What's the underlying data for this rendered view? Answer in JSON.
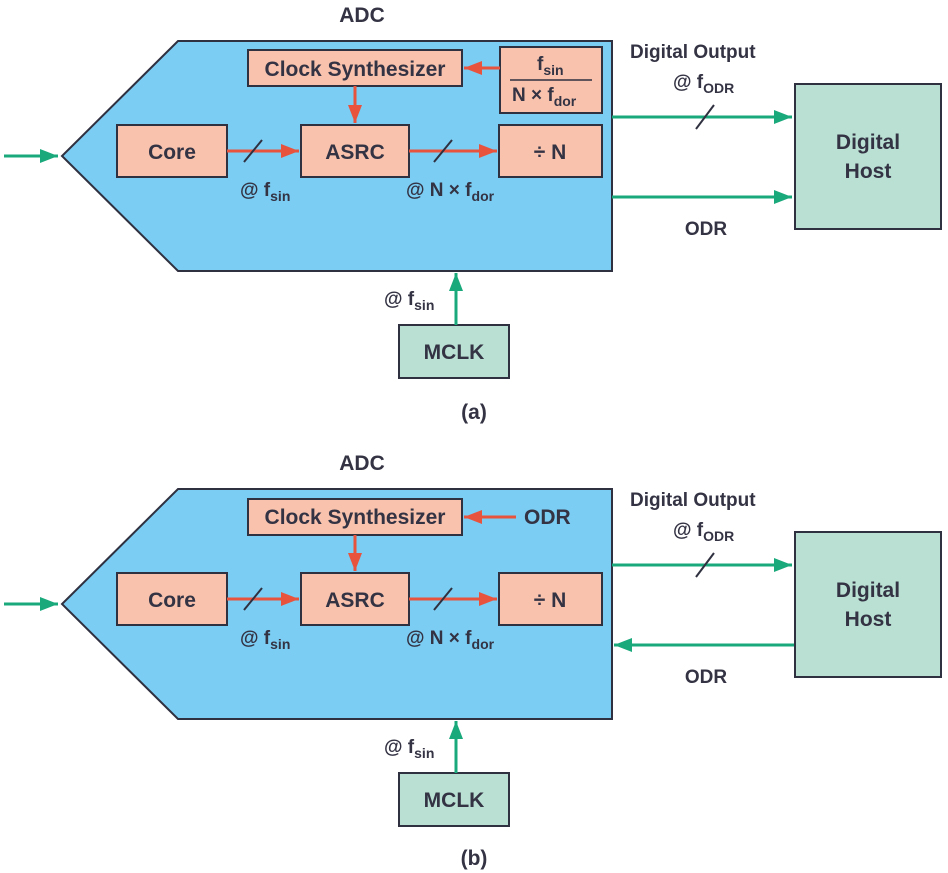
{
  "colors": {
    "adc_fill": "#7bcdf3",
    "block_fill": "#f8c2ad",
    "host_fill": "#b9e0d3",
    "stroke": "#2f3040",
    "green_arrow": "#19a97b",
    "red_arrow": "#e8533e",
    "text": "#333344"
  },
  "icons": {
    "green_arrow": "arrow-right-icon",
    "red_arrow": "arrow-right-icon",
    "bus_slash": "bus-width-slash"
  },
  "diagram_a": {
    "adc_title": "ADC",
    "clock_synth": "Clock Synthesizer",
    "ratio_num_f": "f",
    "ratio_num_sub": "sin",
    "ratio_den_main": "N × f",
    "ratio_den_sub": "dor",
    "core": "Core",
    "asrc": "ASRC",
    "divider": "÷ N",
    "core_rate_main": "@ f",
    "core_rate_sub": "sin",
    "asrc_rate_main": "@ N × f",
    "asrc_rate_sub": "dor",
    "digital_output": "Digital Output",
    "odr_rate_main": "@ f",
    "odr_rate_sub": "ODR",
    "odr_label": "ODR",
    "host_line1": "Digital",
    "host_line2": "Host",
    "mclk": "MCLK",
    "mclk_rate_main": "@ f",
    "mclk_rate_sub": "sin",
    "caption": "(a)"
  },
  "diagram_b": {
    "adc_title": "ADC",
    "clock_synth": "Clock Synthesizer",
    "synth_input": "ODR",
    "core": "Core",
    "asrc": "ASRC",
    "divider": "÷ N",
    "core_rate_main": "@ f",
    "core_rate_sub": "sin",
    "asrc_rate_main": "@ N × f",
    "asrc_rate_sub": "dor",
    "digital_output": "Digital Output",
    "odr_rate_main": "@ f",
    "odr_rate_sub": "ODR",
    "odr_label": "ODR",
    "host_line1": "Digital",
    "host_line2": "Host",
    "mclk": "MCLK",
    "mclk_rate_main": "@ f",
    "mclk_rate_sub": "sin",
    "caption": "(b)"
  }
}
